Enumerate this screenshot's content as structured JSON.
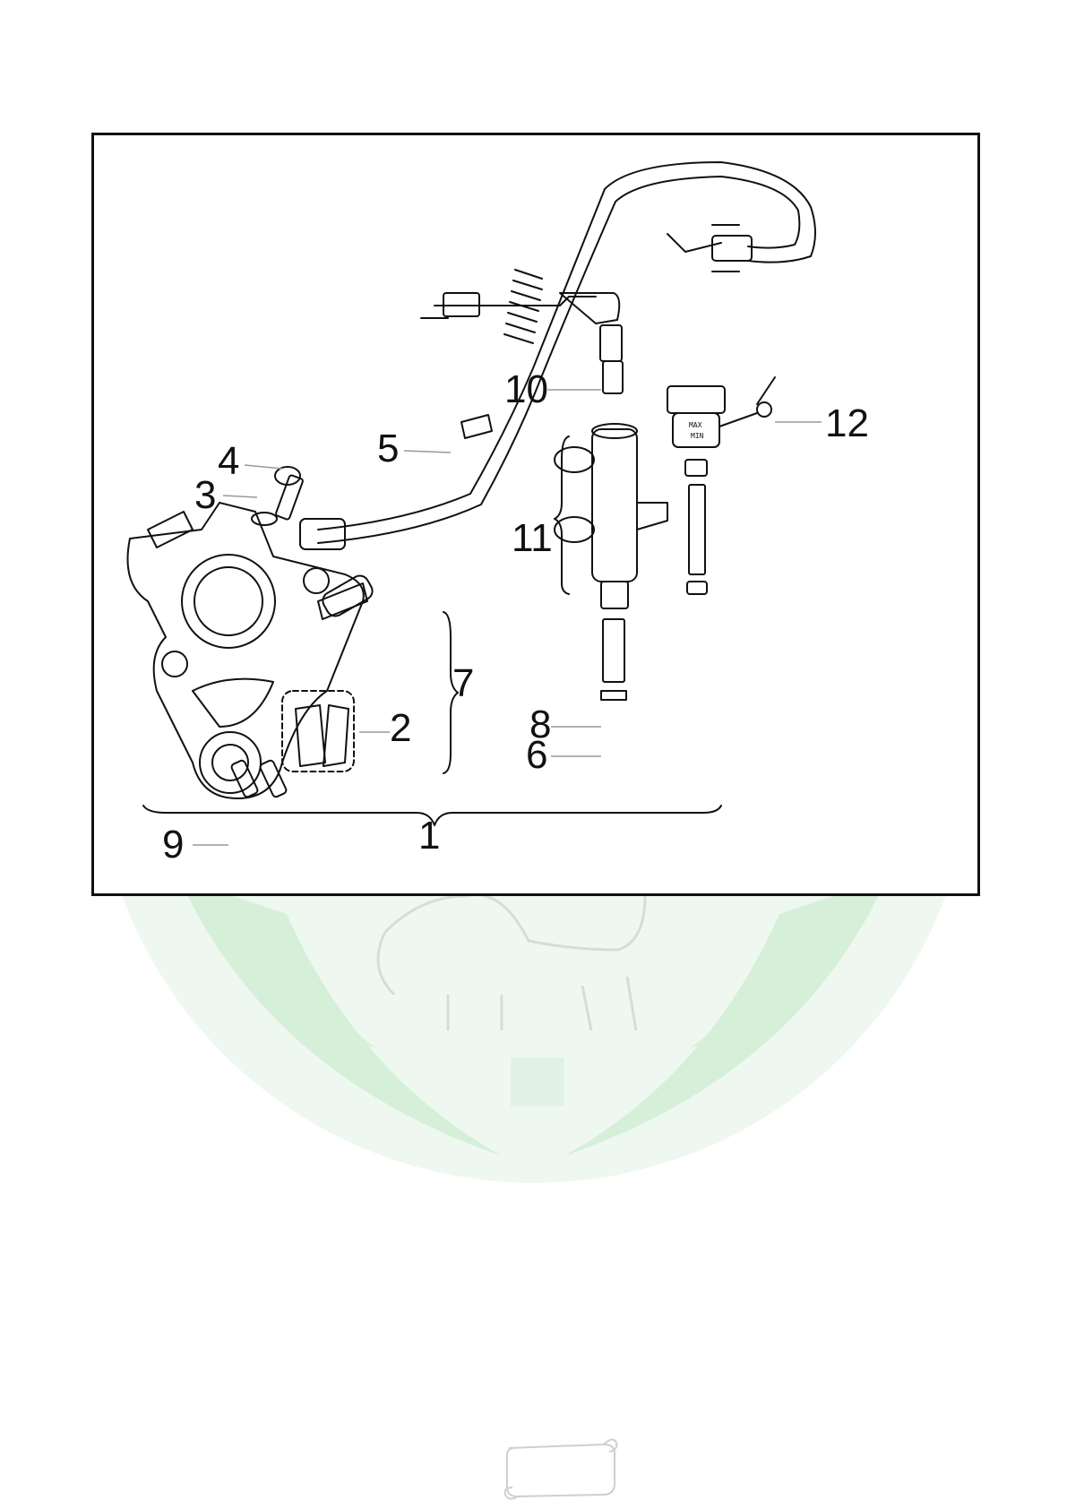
{
  "diagram": {
    "callouts": [
      "1",
      "2",
      "3",
      "4",
      "5",
      "6",
      "7",
      "8",
      "9",
      "10",
      "11",
      "12"
    ],
    "reservoir": {
      "max_label": "MAX",
      "min_label": "MIN"
    }
  },
  "colors": {
    "line": "#111111",
    "leader": "#999999",
    "watermark": "#d6efd9"
  }
}
